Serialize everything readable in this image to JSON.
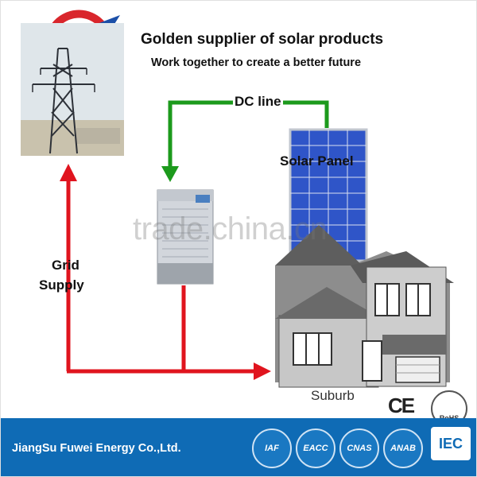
{
  "header": {
    "title": "Golden supplier of solar products",
    "subtitle": "Work together to create a better future"
  },
  "diagram": {
    "dc_label": "DC line",
    "panel_label": "Solar Panel",
    "grid_label_line1": "Grid",
    "grid_label_line2": "Supply",
    "house_label": "Suburb"
  },
  "watermark": "trade.china.cn",
  "footer": {
    "company": "JiangSu Fuwei Energy Co.,Ltd.",
    "certs": [
      "IAF",
      "EACC",
      "CNAS",
      "ANAB"
    ],
    "iec": "IEC",
    "ce": "CE",
    "rohs": "RoHS"
  },
  "colors": {
    "dc_line": "#1c9a1c",
    "grid_line": "#e0141e",
    "footer_bg": "#0f6bb5",
    "panel_blue": "#2f55c8"
  }
}
